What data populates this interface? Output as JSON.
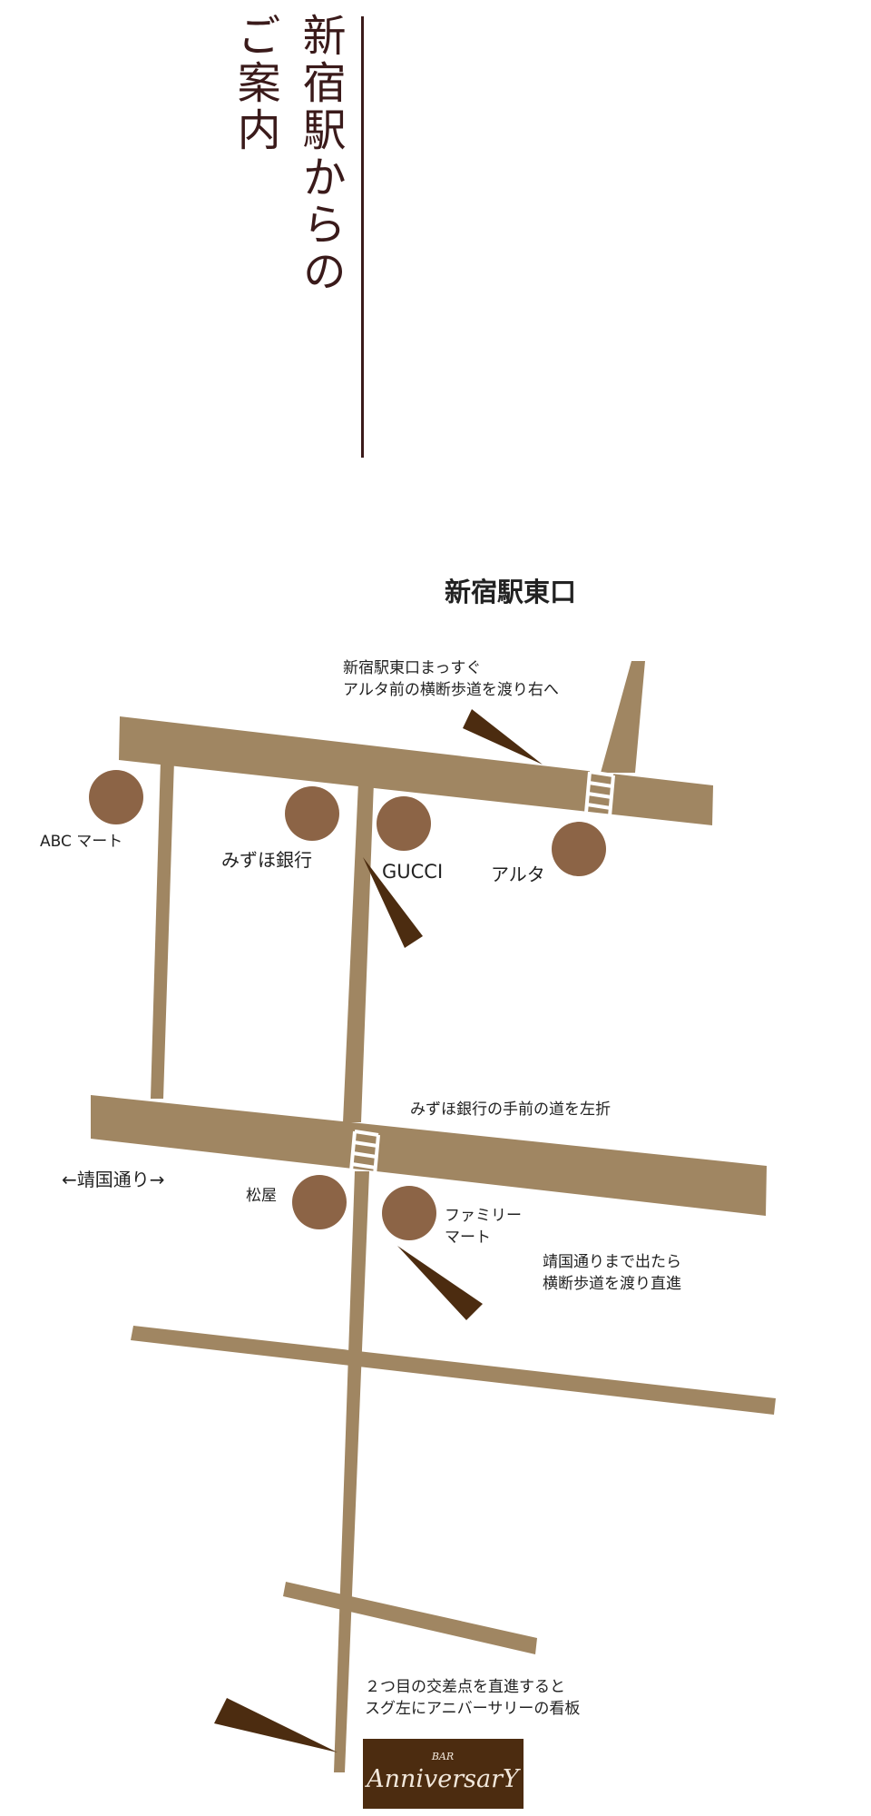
{
  "title": {
    "line1": "新宿駅からの",
    "line2": "ご案内"
  },
  "map": {
    "heading": "新宿駅東口",
    "colors": {
      "road": "#a08662",
      "landmark": "#8c6446",
      "arrow": "#4c2c10",
      "title_text": "#3a1a1a",
      "sign_bg": "#4c2c10"
    },
    "landmarks": {
      "abc": "ABC マート",
      "mizuho": "みずほ銀行",
      "gucci": "GUCCI",
      "alta": "アルタ",
      "matsuya": "松屋",
      "familymart_1": "ファミリー",
      "familymart_2": "マート"
    },
    "street": "←靖国通り→",
    "notes": {
      "step1_line1": "新宿駅東口まっすぐ",
      "step1_line2": "アルタ前の横断歩道を渡り右へ",
      "step2": "みずほ銀行の手前の道を左折",
      "step3_line1": "靖国通りまで出たら",
      "step3_line2": "横断歩道を渡り直進",
      "step4_line1": "２つ目の交差点を直進すると",
      "step4_line2": "スグ左にアニバーサリーの看板"
    },
    "sign": {
      "small": "BAR",
      "name": "AnniversarY"
    }
  }
}
